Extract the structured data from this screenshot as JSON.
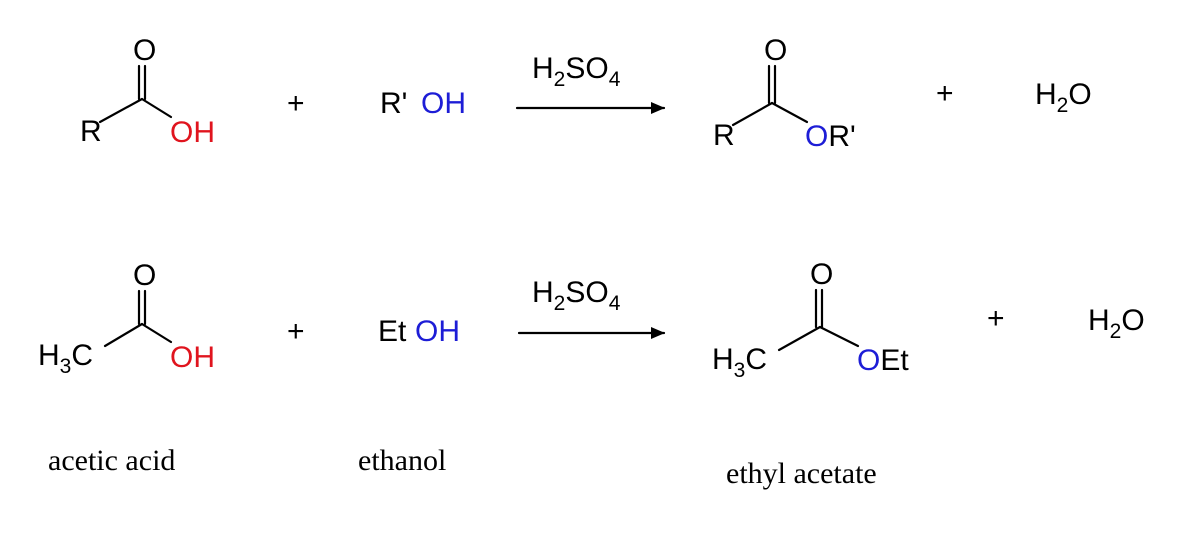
{
  "colors": {
    "ink": "#000000",
    "acid_oxygen": "#e0141e",
    "alcohol_oxygen": "#1d1dd6"
  },
  "reaction_general": {
    "acid": {
      "carbonyl_o": "O",
      "r_group": "R",
      "hydroxyl": "OH"
    },
    "plus_1": "+",
    "alcohol": {
      "r_group": "R'",
      "hydroxyl": "OH"
    },
    "reagent": {
      "h": "H",
      "h_sub": "2",
      "so": "SO",
      "o_sub": "4"
    },
    "ester": {
      "carbonyl_o": "O",
      "r_group": "R",
      "ester_o": "O",
      "r_prime": "R'"
    },
    "plus_2": "+",
    "water": {
      "h": "H",
      "h_sub": "2",
      "o": "O"
    }
  },
  "reaction_specific": {
    "acid": {
      "carbonyl_o": "O",
      "methyl_h": "H",
      "methyl_sub": "3",
      "methyl_c": "C",
      "hydroxyl": "OH"
    },
    "plus_1": "+",
    "alcohol": {
      "ethyl": "Et",
      "hydroxyl": "OH"
    },
    "reagent": {
      "h": "H",
      "h_sub": "2",
      "so": "SO",
      "o_sub": "4"
    },
    "ester": {
      "carbonyl_o": "O",
      "methyl_h": "H",
      "methyl_sub": "3",
      "methyl_c": "C",
      "ester_o": "O",
      "ethyl": "Et"
    },
    "plus_2": "+",
    "water": {
      "h": "H",
      "h_sub": "2",
      "o": "O"
    }
  },
  "captions": {
    "acid": "acetic acid",
    "alcohol": "ethanol",
    "ester": "ethyl acetate"
  }
}
